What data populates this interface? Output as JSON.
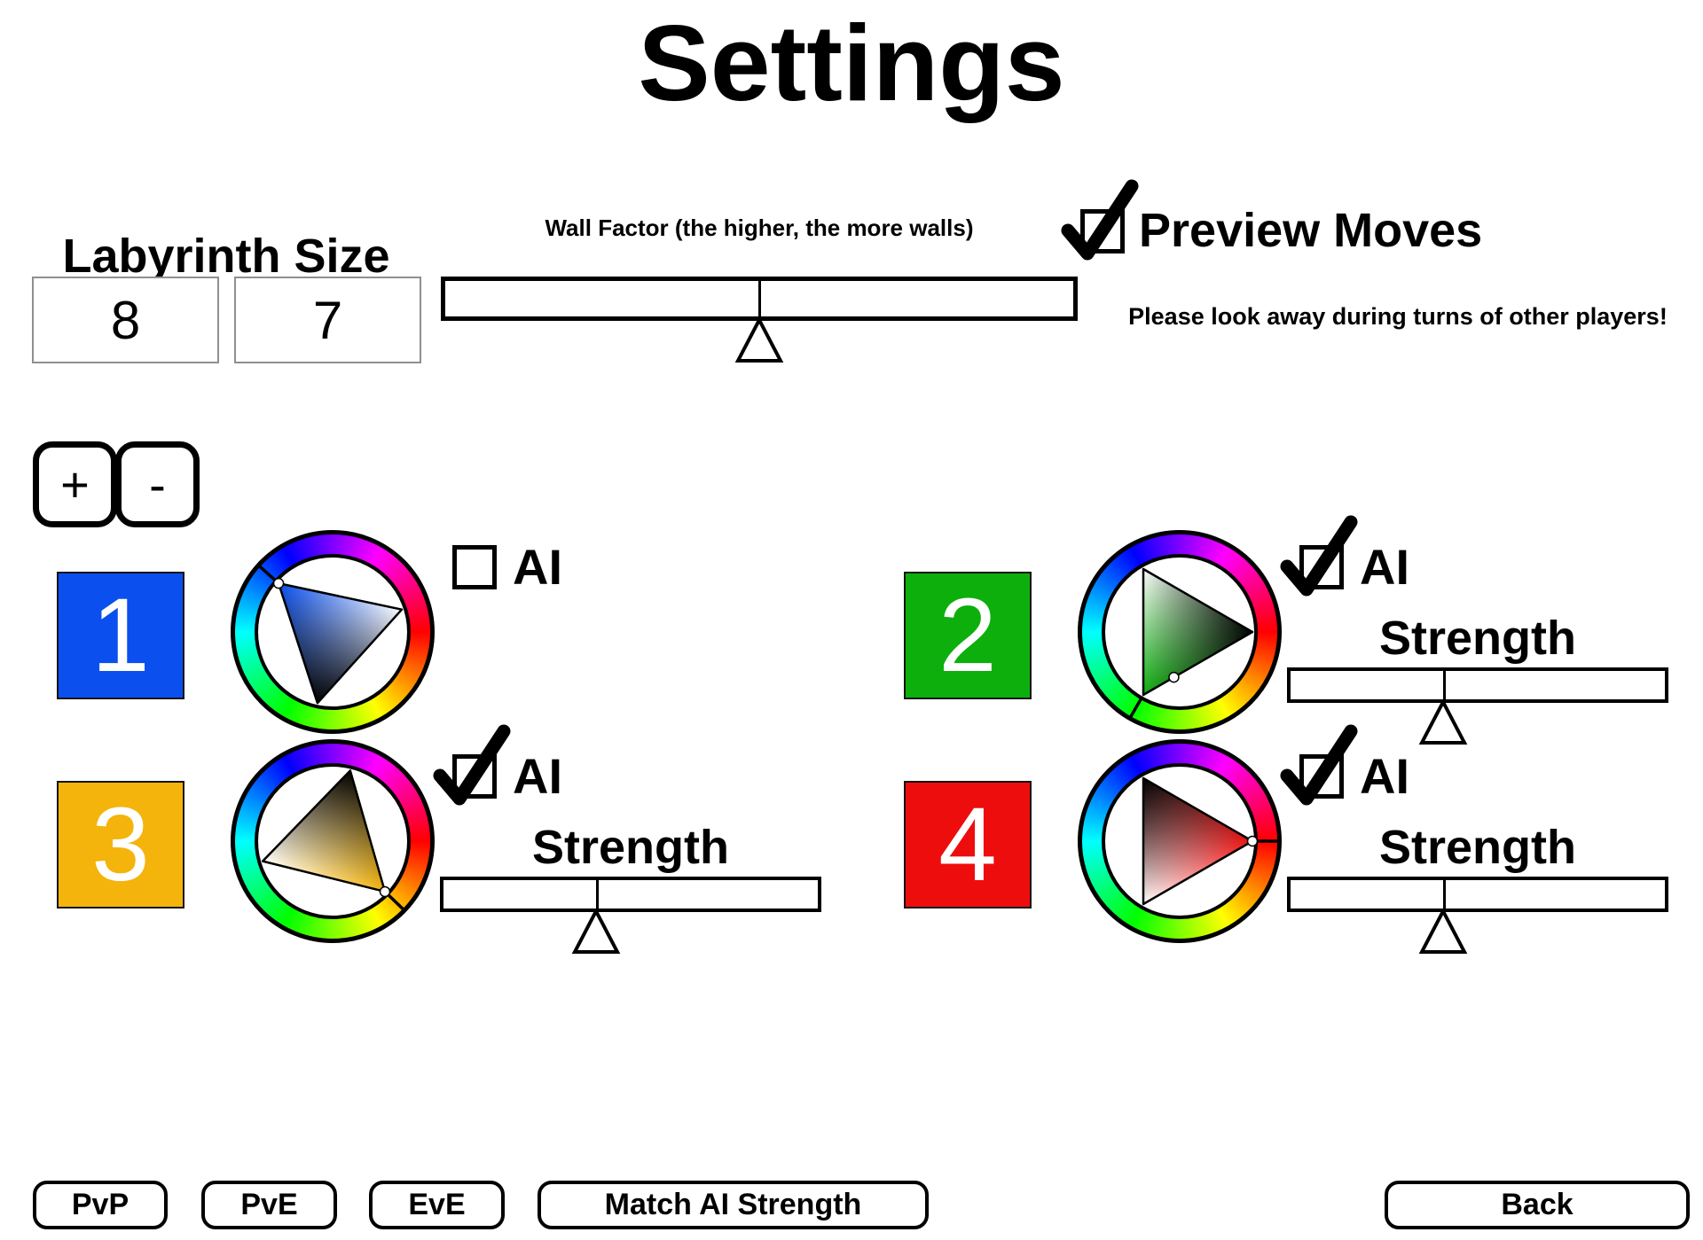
{
  "title": "Settings",
  "labyrinth": {
    "label": "Labyrinth Size",
    "width": "8",
    "height": "7"
  },
  "wall_factor": {
    "label": "Wall Factor (the higher, the more walls)",
    "value_pct": 50
  },
  "preview_moves": {
    "label": "Preview Moves",
    "checked": true,
    "warning": "Please look away during turns of other players!"
  },
  "player_controls": {
    "add_label": "+",
    "remove_label": "-"
  },
  "players": [
    {
      "number": "1",
      "color": "#0b50ee",
      "hue": 222,
      "ai": false,
      "ai_label": "AI",
      "marker_t": 0
    },
    {
      "number": "2",
      "color": "#0daf0d",
      "hue": 120,
      "ai": true,
      "ai_label": "AI",
      "strength_label": "Strength",
      "strength_pct": 41,
      "marker_t": 0.28
    },
    {
      "number": "3",
      "color": "#f4b40c",
      "hue": 44,
      "ai": true,
      "ai_label": "AI",
      "strength_label": "Strength",
      "strength_pct": 41,
      "marker_t": 0
    },
    {
      "number": "4",
      "color": "#ee0d0d",
      "hue": 0,
      "ai": true,
      "ai_label": "AI",
      "strength_label": "Strength",
      "strength_pct": 41,
      "marker_t": 0
    }
  ],
  "wheel": {
    "spectrum": [
      "#ff0000",
      "#ffff00",
      "#00ff00",
      "#00ffff",
      "#0000ff",
      "#ff00ff"
    ]
  },
  "footer": {
    "pvp": "PvP",
    "pve": "PvE",
    "eve": "EvE",
    "match_ai": "Match AI Strength",
    "back": "Back"
  }
}
